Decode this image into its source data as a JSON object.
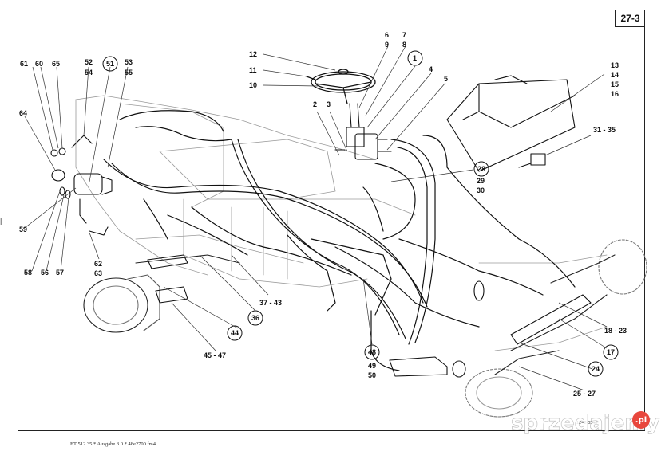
{
  "page_number": "27-3",
  "footer_text": "ET 512 35 * Ausgabe 3.0 * 48e2700.fm4",
  "drawing_ref": "12=2-03.ai",
  "watermark": {
    "text": "sprzedajemy",
    "badge": ".pl"
  },
  "edge_mark": "|",
  "labels": {
    "l61": "61",
    "l60": "60",
    "l65": "65",
    "l52": "52",
    "l54": "54",
    "l51": "51",
    "l53": "53",
    "l55": "55",
    "l64": "64",
    "l59": "59",
    "l58": "58",
    "l56": "56",
    "l57": "57",
    "l62": "62",
    "l63": "63",
    "l12": "12",
    "l11": "11",
    "l10": "10",
    "l6": "6",
    "l9": "9",
    "l7": "7",
    "l8": "8",
    "l1": "1",
    "l4": "4",
    "l5": "5",
    "l2": "2",
    "l3": "3",
    "l13": "13",
    "l14": "14",
    "l15": "15",
    "l16": "16",
    "l31_35": "31 - 35",
    "l28": "28",
    "l29": "29",
    "l30": "30",
    "l36": "36",
    "l37_43": "37 - 43",
    "l44": "44",
    "l45_47": "45 - 47",
    "l48": "48",
    "l49": "49",
    "l50": "50",
    "l18_23": "18 - 23",
    "l17": "17",
    "l24": "24",
    "l25_27": "25 - 27"
  }
}
